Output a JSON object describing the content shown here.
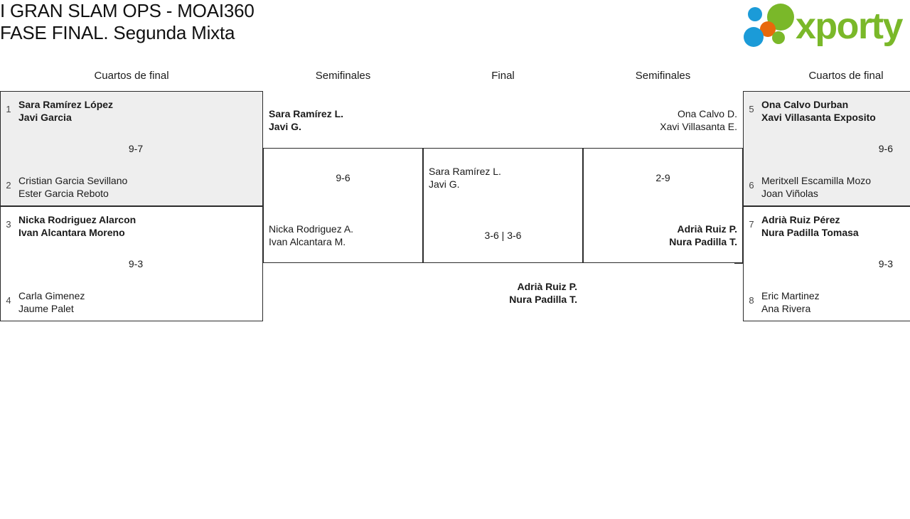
{
  "header": {
    "title_line1": "I GRAN SLAM OPS - MOAI360",
    "title_line2": "FASE FINAL. Segunda Mixta",
    "logo_text": "xporty",
    "logo_colors": {
      "green": "#7ab829",
      "blue": "#1b9bd8",
      "orange": "#e8690b"
    }
  },
  "rounds": [
    {
      "label": "Cuartos de final"
    },
    {
      "label": "Semifinales"
    },
    {
      "label": "Final"
    },
    {
      "label": "Semifinales"
    },
    {
      "label": "Cuartos de final"
    }
  ],
  "bracket": {
    "left_quarterfinals": [
      {
        "score": "9-7",
        "top": {
          "seed": "1",
          "p1": "Sara Ramírez López",
          "p2": "Javi Garcia",
          "winner": true
        },
        "bottom": {
          "seed": "2",
          "p1": "Cristian Garcia Sevillano",
          "p2": "Ester Garcia Reboto",
          "winner": false
        }
      },
      {
        "score": "9-3",
        "top": {
          "seed": "3",
          "p1": "Nicka Rodriguez Alarcon",
          "p2": "Ivan Alcantara Moreno",
          "winner": true
        },
        "bottom": {
          "seed": "4",
          "p1": "Carla Gimenez",
          "p2": "Jaume Palet",
          "winner": false
        }
      }
    ],
    "left_semifinal": {
      "score": "9-6",
      "top": {
        "p1": "Sara Ramírez L.",
        "p2": "Javi G.",
        "winner": true
      },
      "bottom": {
        "p1": "Nicka Rodriguez A.",
        "p2": "Ivan Alcantara M.",
        "winner": false
      }
    },
    "final": {
      "score": "3-6 | 3-6",
      "top": {
        "p1": "Sara Ramírez L.",
        "p2": "Javi G.",
        "winner": false
      },
      "bottom": {
        "p1": "Adrià Ruiz P.",
        "p2": "Nura Padilla T.",
        "winner": true
      }
    },
    "right_semifinal": {
      "score": "2-9",
      "top": {
        "p1": "Ona Calvo D.",
        "p2": "Xavi Villasanta E.",
        "winner": false
      },
      "bottom": {
        "p1": "Adrià Ruiz P.",
        "p2": "Nura Padilla T.",
        "winner": true
      }
    },
    "right_quarterfinals": [
      {
        "score": "9-6",
        "top": {
          "seed": "5",
          "p1": "Ona Calvo Durban",
          "p2": "Xavi Villasanta Exposito",
          "winner": true
        },
        "bottom": {
          "seed": "6",
          "p1": "Meritxell Escamilla Mozo",
          "p2": "Joan Viñolas",
          "winner": false
        }
      },
      {
        "score": "9-3",
        "top": {
          "seed": "7",
          "p1": "Adrià Ruiz Pérez",
          "p2": "Nura Padilla Tomasa",
          "winner": true
        },
        "bottom": {
          "seed": "8",
          "p1": "Eric Martinez",
          "p2": "Ana Rivera",
          "winner": false
        }
      }
    ]
  }
}
